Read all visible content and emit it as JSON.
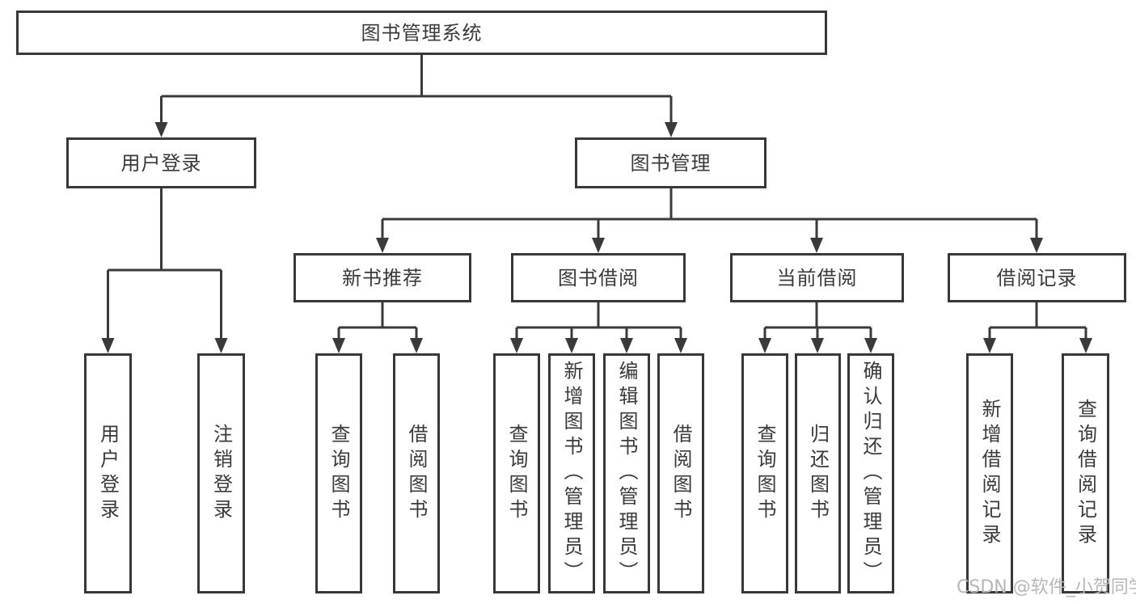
{
  "tree": {
    "root": "图书管理系统",
    "branches": [
      {
        "label": "用户登录",
        "leaves": [
          "用户登录",
          "注销登录"
        ]
      },
      {
        "label": "图书管理",
        "groups": [
          {
            "label": "新书推荐",
            "leaves": [
              "查询图书",
              "借阅图书"
            ]
          },
          {
            "label": "图书借阅",
            "leaves": [
              "查询图书",
              "新增图书（管理员）",
              "编辑图书（管理员）",
              "借阅图书"
            ]
          },
          {
            "label": "当前借阅",
            "leaves": [
              "查询图书",
              "归还图书",
              "确认归还（管理员）"
            ]
          },
          {
            "label": "借阅记录",
            "leaves": [
              "新增借阅记录",
              "查询借阅记录"
            ]
          }
        ]
      }
    ]
  },
  "watermark": {
    "text": "CSDN @软件_小贺同学"
  },
  "colors": {
    "line": "#3a3a3a",
    "border": "#383838",
    "text": "#3a3a3a",
    "background": "#ffffff",
    "watermark": "#b7b7b7"
  }
}
